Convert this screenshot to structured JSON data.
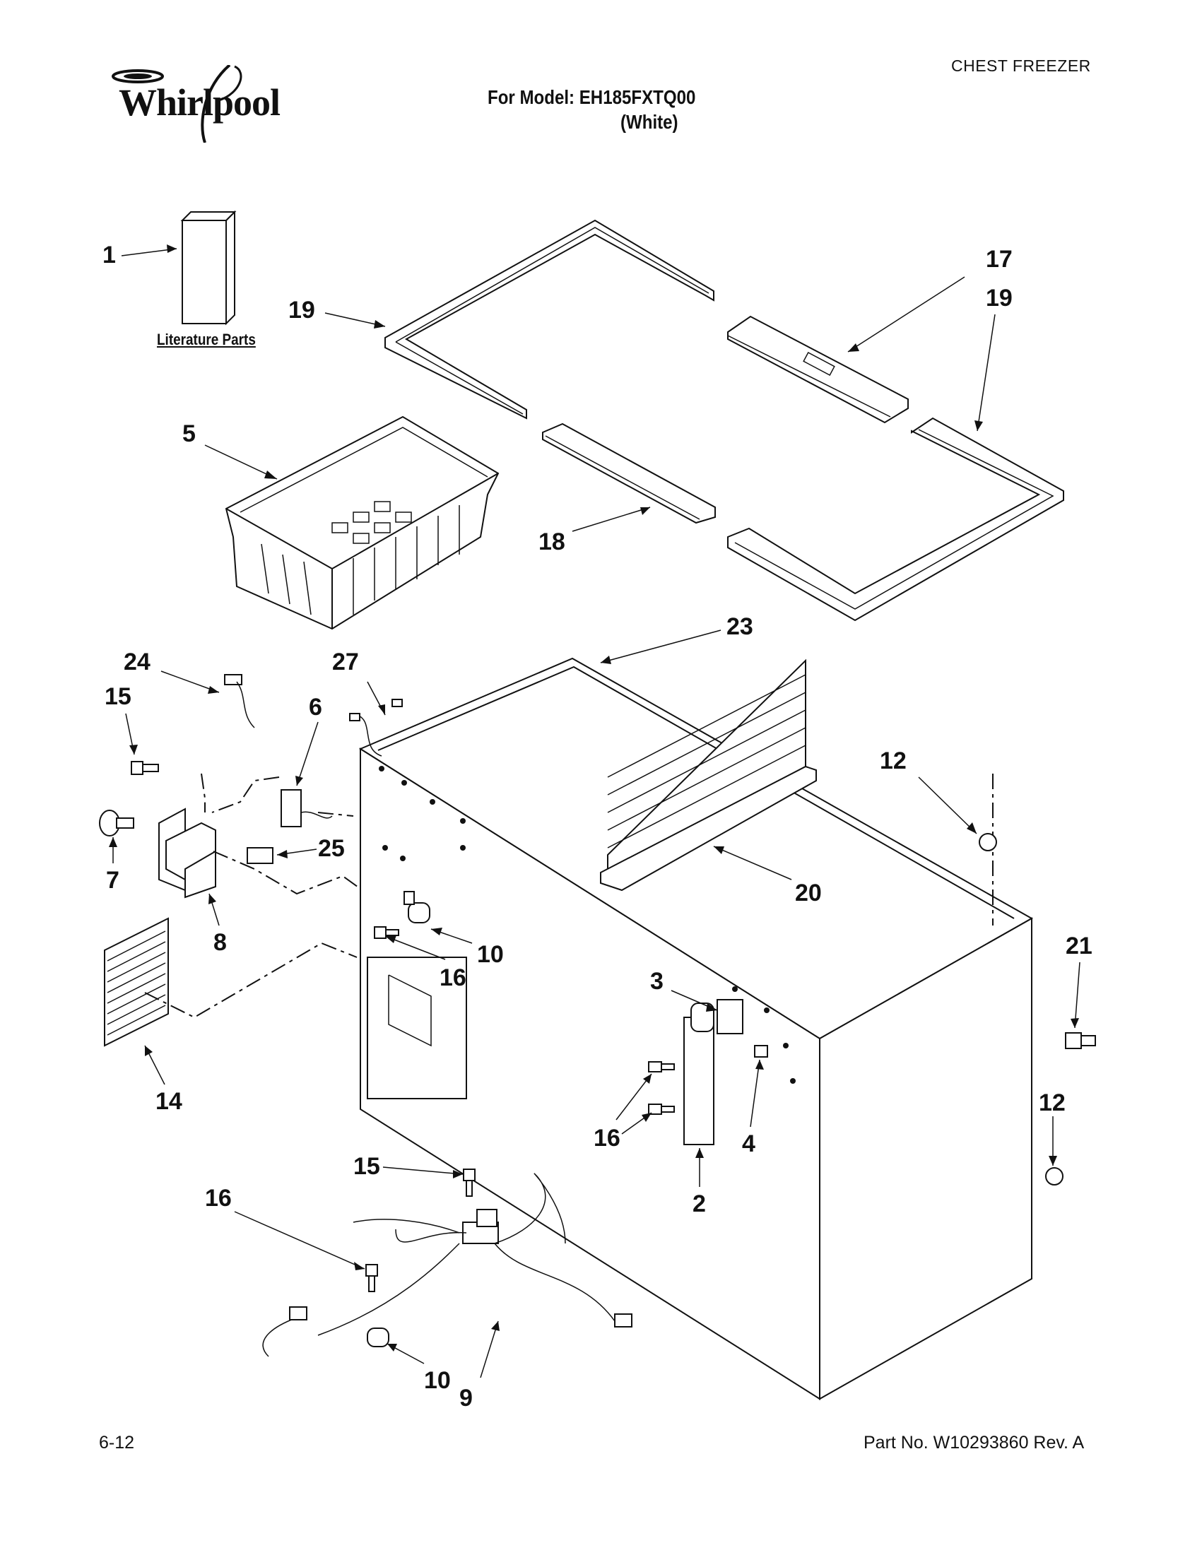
{
  "header": {
    "brand": "Whirlpool",
    "category": "CHEST FREEZER",
    "model_line": "For Model: EH185FXTQ00",
    "color_line": "(White)"
  },
  "literature_label": "Literature Parts",
  "footer": {
    "page_number": "6-12",
    "part_number": "Part No. W10293860 Rev. A"
  },
  "callouts": {
    "c1": "1",
    "c19a": "19",
    "c17": "17",
    "c19b": "19",
    "c5": "5",
    "c18": "18",
    "c23": "23",
    "c24": "24",
    "c27": "27",
    "c15a": "15",
    "c6": "6",
    "c12a": "12",
    "c7": "7",
    "c25": "25",
    "c20": "20",
    "c8": "8",
    "c10a": "10",
    "c16a": "16",
    "c21": "21",
    "c3": "3",
    "c14": "14",
    "c12b": "12",
    "c4": "4",
    "c16b": "16",
    "c2": "2",
    "c15b": "15",
    "c16c": "16",
    "c10b": "10",
    "c9": "9"
  }
}
